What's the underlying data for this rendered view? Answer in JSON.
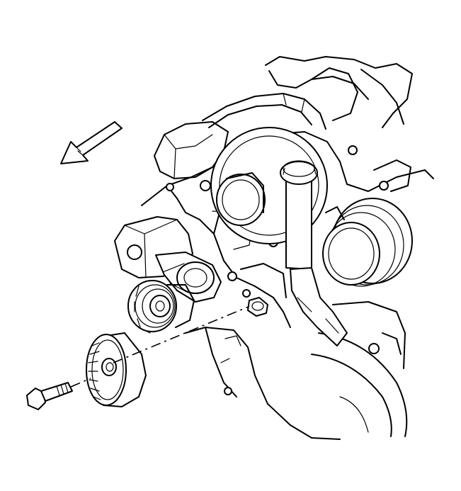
{
  "figure": {
    "kind": "line-art service illustration",
    "background": "#ffffff",
    "ink": "#000000",
    "parts": [
      {
        "name": "direction-arrow-icon"
      },
      {
        "name": "engine-front"
      },
      {
        "name": "water-pump-pulley"
      },
      {
        "name": "belt-tensioner"
      },
      {
        "name": "idler-pulley"
      },
      {
        "name": "idler-pulley-bolt"
      }
    ]
  }
}
